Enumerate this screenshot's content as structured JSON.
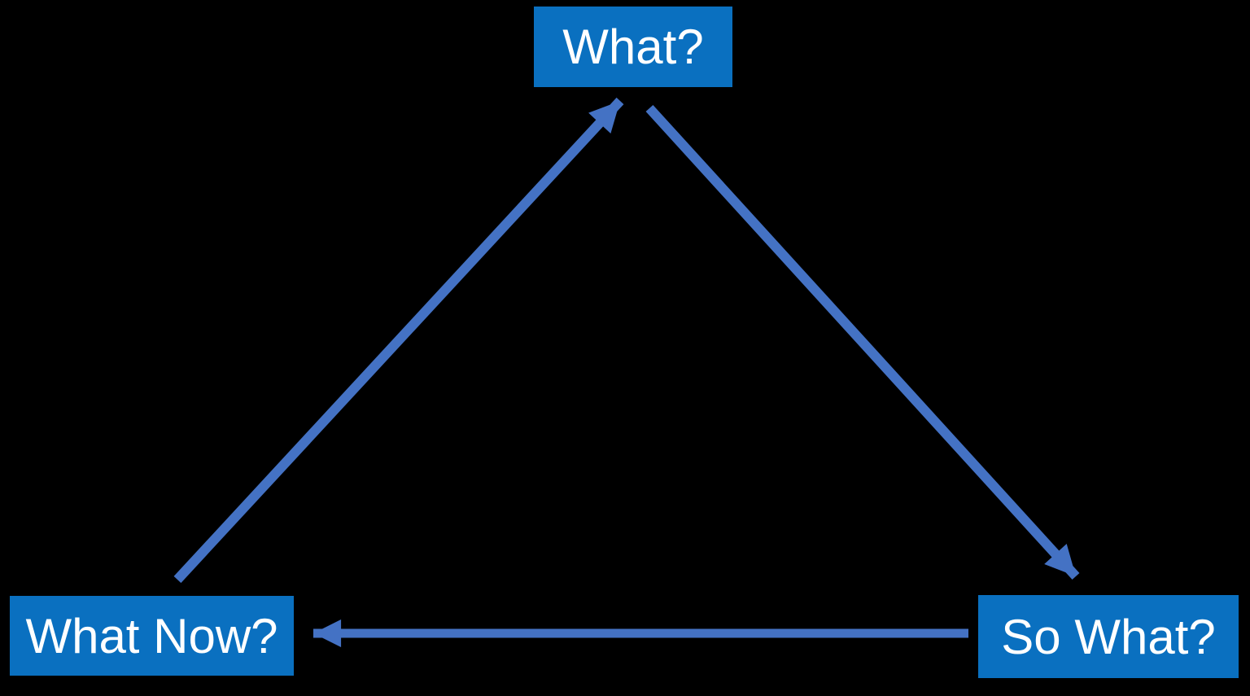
{
  "diagram": {
    "type": "cycle",
    "nodes": [
      {
        "id": "what",
        "label": "What?"
      },
      {
        "id": "so-what",
        "label": "So What?"
      },
      {
        "id": "what-now",
        "label": "What Now?"
      }
    ],
    "edges": [
      {
        "from": "what-now",
        "to": "what"
      },
      {
        "from": "what",
        "to": "so-what"
      },
      {
        "from": "so-what",
        "to": "what-now"
      }
    ],
    "colors": {
      "background": "#000000",
      "node_fill": "#0a70c0",
      "node_text": "#ffffff",
      "arrow": "#4472c4"
    }
  }
}
